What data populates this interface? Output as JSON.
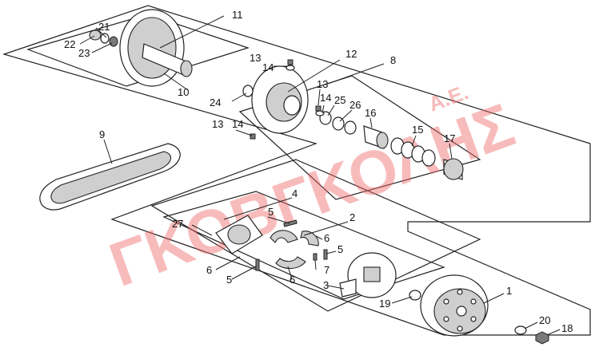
{
  "watermark": {
    "main": "ΓΚΟΒΓΚΟΛΗΣ",
    "suffix": "Α.Ε.",
    "color": "#f06a6a"
  },
  "callouts": {
    "p1": "1",
    "p2": "2",
    "p3": "3",
    "p4": "4",
    "p5a": "5",
    "p5b": "5",
    "p5c": "5",
    "p6a": "6",
    "p6b": "6",
    "p6c": "6",
    "p7": "7",
    "p8": "8",
    "p9": "9",
    "p10": "10",
    "p11": "11",
    "p12": "12",
    "p13a": "13",
    "p13b": "13",
    "p13c": "13",
    "p14a": "14",
    "p14b": "14",
    "p14c": "14",
    "p15": "15",
    "p16": "16",
    "p17": "17",
    "p18": "18",
    "p19": "19",
    "p20": "20",
    "p21": "21",
    "p22": "22",
    "p23": "23",
    "p24": "24",
    "p25": "25",
    "p26": "26",
    "p27": "27"
  }
}
